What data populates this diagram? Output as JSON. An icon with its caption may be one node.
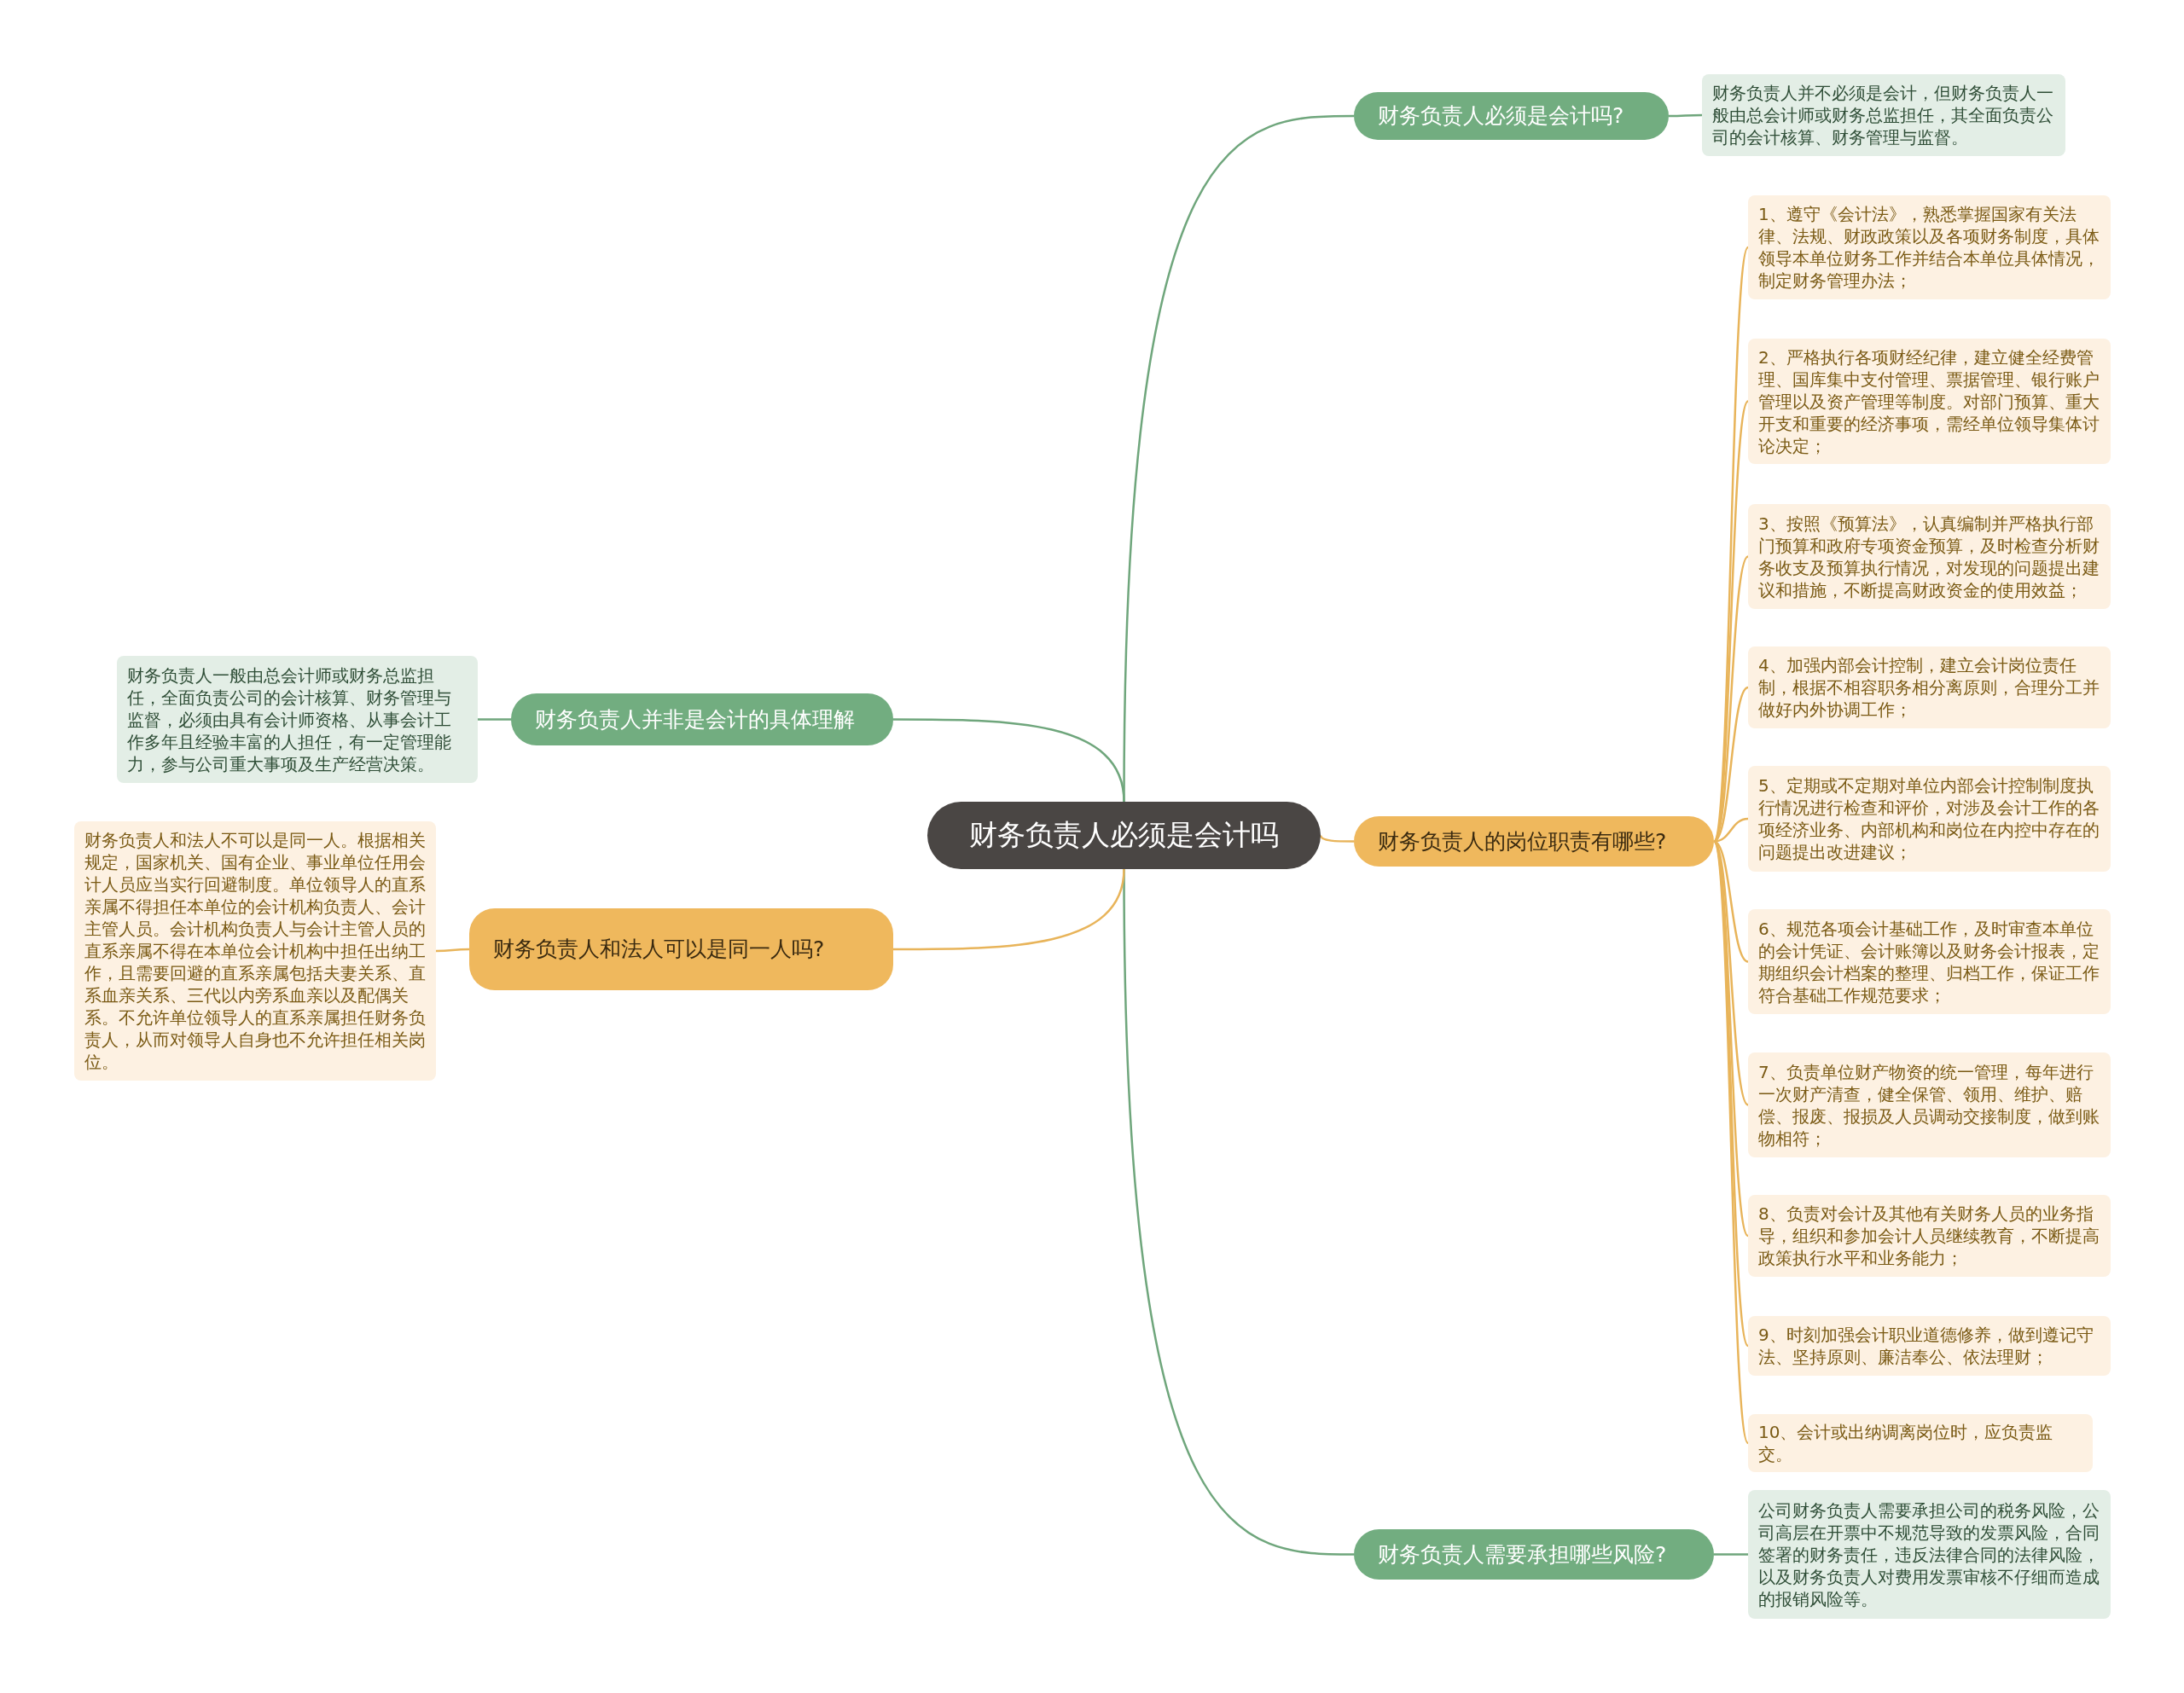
{
  "diagram": {
    "nodes": [
      {
        "text": [
          "财务负责人必须是会计吗"
        ]
      },
      {
        "text": [
          "财务负责人必须是会计吗?"
        ]
      },
      {
        "text": [
          "财务负责人并不必须是会计，但财务负责人一般由总会计师或财务总监担任，其全面负责公司的会计核算、财务管理与监督。"
        ]
      },
      {
        "text": [
          "财务负责人的岗位职责有哪些?"
        ]
      },
      {
        "text": [
          "1、遵守《会计法》，熟悉掌握国家有关法律、法规、财政政策以及各项财务制度，具体领导本单位财务工作并结合本单位具体情况，制定财务管理办法；"
        ]
      },
      {
        "text": [
          "2、严格执行各项财经纪律，建立健全经费管理、国库集中支付管理、票据管理、银行账户管理以及资产管理等制度。对部门预算、重大开支和重要的经济事项，需经单位领导集体讨论决定；"
        ]
      },
      {
        "text": [
          "3、按照《预算法》，认真编制并严格执行部门预算和政府专项资金预算，及时检查分析财务收支及预算执行情况，对发现的问题提出建议和措施，不断提高财政资金的使用效益；"
        ]
      },
      {
        "text": [
          "4、加强内部会计控制，建立会计岗位责任制，根据不相容职务相分离原则，合理分工并做好内外协调工作；"
        ]
      },
      {
        "text": [
          "5、定期或不定期对单位内部会计控制制度执行情况进行检查和评价，对涉及会计工作的各项经济业务、内部机构和岗位在内控中存在的问题提出改进建议；"
        ]
      },
      {
        "text": [
          "6、规范各项会计基础工作，及时审查本单位的会计凭证、会计账簿以及财务会计报表，定期组织会计档案的整理、归档工作，保证工作符合基础工作规范要求；"
        ]
      },
      {
        "text": [
          "7、负责单位财产物资的统一管理，每年进行一次财产清查，健全保管、领用、维护、赔偿、报废、报损及人员调动交接制度，做到账物相符；"
        ]
      },
      {
        "text": [
          "8、负责对会计及其他有关财务人员的业务指导，组织和参加会计人员继续教育，不断提高政策执行水平和业务能力；"
        ]
      },
      {
        "text": [
          "9、时刻加强会计职业道德修养，做到遵记守法、坚持原则、廉洁奉公、依法理财；"
        ]
      },
      {
        "text": [
          "10、会计或出纳调离岗位时，应负责监交。"
        ]
      },
      {
        "text": [
          "财务负责人需要承担哪些风险?"
        ]
      },
      {
        "text": [
          "公司财务负责人需要承担公司的税务风险，公司高层在开票中不规范导致的发票风险，合同签署的财务责任，违反法律合同的法律风险，以及财务负责人对费用发票审核不仔细而造成的报销风险等。"
        ]
      },
      {
        "text": [
          "财务负责人并非是会计的具体理解"
        ]
      },
      {
        "text": [
          "财务负责人一般由总会计师或财务总监担任，全面负责公司的会计核算、财务管理与监督，必须由具有会计师资格、从事会计工作多年且经验丰富的人担任，有一定管理能力，参与公司重大事项及生产经营决策。"
        ]
      },
      {
        "text": [
          "财务负责人和法人可以是同一人吗?"
        ]
      },
      {
        "text": [
          "财务负责人和法人不可以是同一人。根据相关规定，国家机关、国有企业、事业单位任用会计人员应当实行回避制度。单位领导人的直系亲属不得担任本单位的会计机构负责人、会计主管人员。会计机构负责人与会计主管人员的直系亲属不得在本单位会计机构中担任出纳工作，且需要回避的直系亲属包括夫妻关系、直系血亲关系、三代以内旁系血亲以及配偶关系。不允许单位领导人的直系亲属担任财务负责人，从而对领导人自身也不允许担任相关岗位。"
        ]
      }
    ],
    "edges": [
      {
        "from": 0,
        "to": 1,
        "arrow": "none",
        "color": "#6fa67c"
      },
      {
        "from": 1,
        "to": 2,
        "arrow": "none",
        "color": "#6fa67c"
      },
      {
        "from": 0,
        "to": 3,
        "arrow": "none"
      },
      {
        "from": 3,
        "to": 4,
        "arrow": "none"
      },
      {
        "from": 3,
        "to": 5,
        "arrow": "none"
      },
      {
        "from": 3,
        "to": 6,
        "arrow": "none"
      },
      {
        "from": 3,
        "to": 7,
        "arrow": "none"
      },
      {
        "from": 3,
        "to": 8,
        "arrow": "none"
      },
      {
        "from": 3,
        "to": 9,
        "arrow": "none"
      },
      {
        "from": 3,
        "to": 10,
        "arrow": "none"
      },
      {
        "from": 3,
        "to": 11,
        "arrow": "none"
      },
      {
        "from": 3,
        "to": 12,
        "arrow": "none"
      },
      {
        "from": 3,
        "to": 13,
        "arrow": "none"
      },
      {
        "from": 0,
        "to": 14,
        "arrow": "none",
        "color": "#6fa67c"
      },
      {
        "from": 14,
        "to": 15,
        "arrow": "none",
        "color": "#6fa67c"
      },
      {
        "from": 0,
        "to": 16,
        "arrow": "none",
        "color": "#6fa67c"
      },
      {
        "from": 16,
        "to": 17,
        "arrow": "none",
        "color": "#6fa67c"
      },
      {
        "from": 0,
        "to": 18,
        "arrow": "none"
      },
      {
        "from": 18,
        "to": 19,
        "arrow": "none"
      }
    ]
  }
}
